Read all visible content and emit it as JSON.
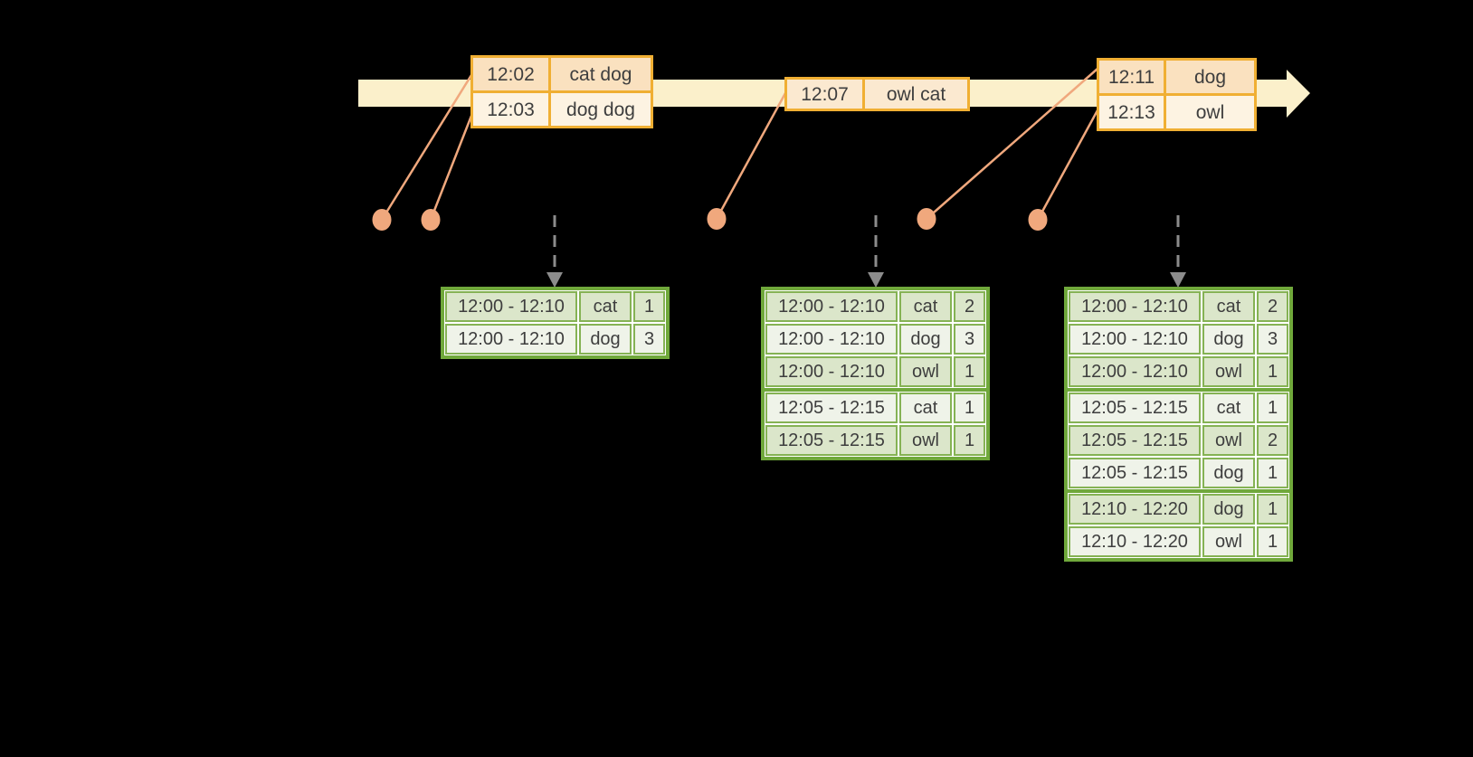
{
  "colors": {
    "background": "#000000",
    "timeline_fill": "#FBF0CB",
    "event_table_border": "#F0AF33",
    "event_row_dark": "#FAE1BF",
    "event_row_light": "#FDF3E2",
    "event_row_mid": "#FBE9D0",
    "connector_salmon": "#F0A87D",
    "trigger_arrow_gray": "#8C8C8C",
    "result_table_border": "#70A83B",
    "result_row_dark": "#DBE6CA",
    "result_row_light": "#EFF3E9",
    "table_text": "#3E3E3E"
  },
  "event_tables": [
    {
      "rows": [
        {
          "time": "12:02",
          "words": "cat dog"
        },
        {
          "time": "12:03",
          "words": "dog dog"
        }
      ]
    },
    {
      "rows": [
        {
          "time": "12:07",
          "words": "owl cat"
        }
      ]
    },
    {
      "rows": [
        {
          "time": "12:11",
          "words": "dog"
        },
        {
          "time": "12:13",
          "words": "owl"
        }
      ]
    }
  ],
  "result_tables": [
    {
      "rows": [
        {
          "window": "12:00 - 12:10",
          "word": "cat",
          "count": "1"
        },
        {
          "window": "12:00 - 12:10",
          "word": "dog",
          "count": "3"
        }
      ]
    },
    {
      "rows": [
        {
          "window": "12:00 - 12:10",
          "word": "cat",
          "count": "2"
        },
        {
          "window": "12:00 - 12:10",
          "word": "dog",
          "count": "3"
        },
        {
          "window": "12:00 - 12:10",
          "word": "owl",
          "count": "1"
        },
        {
          "window": "12:05 - 12:15",
          "word": "cat",
          "count": "1"
        },
        {
          "window": "12:05 - 12:15",
          "word": "owl",
          "count": "1"
        }
      ]
    },
    {
      "rows": [
        {
          "window": "12:00 - 12:10",
          "word": "cat",
          "count": "2"
        },
        {
          "window": "12:00 - 12:10",
          "word": "dog",
          "count": "3"
        },
        {
          "window": "12:00 - 12:10",
          "word": "owl",
          "count": "1"
        },
        {
          "window": "12:05 - 12:15",
          "word": "cat",
          "count": "1"
        },
        {
          "window": "12:05 - 12:15",
          "word": "owl",
          "count": "2"
        },
        {
          "window": "12:05 - 12:15",
          "word": "dog",
          "count": "1"
        },
        {
          "window": "12:10 - 12:20",
          "word": "dog",
          "count": "1"
        },
        {
          "window": "12:10 - 12:20",
          "word": "owl",
          "count": "1"
        }
      ]
    }
  ]
}
